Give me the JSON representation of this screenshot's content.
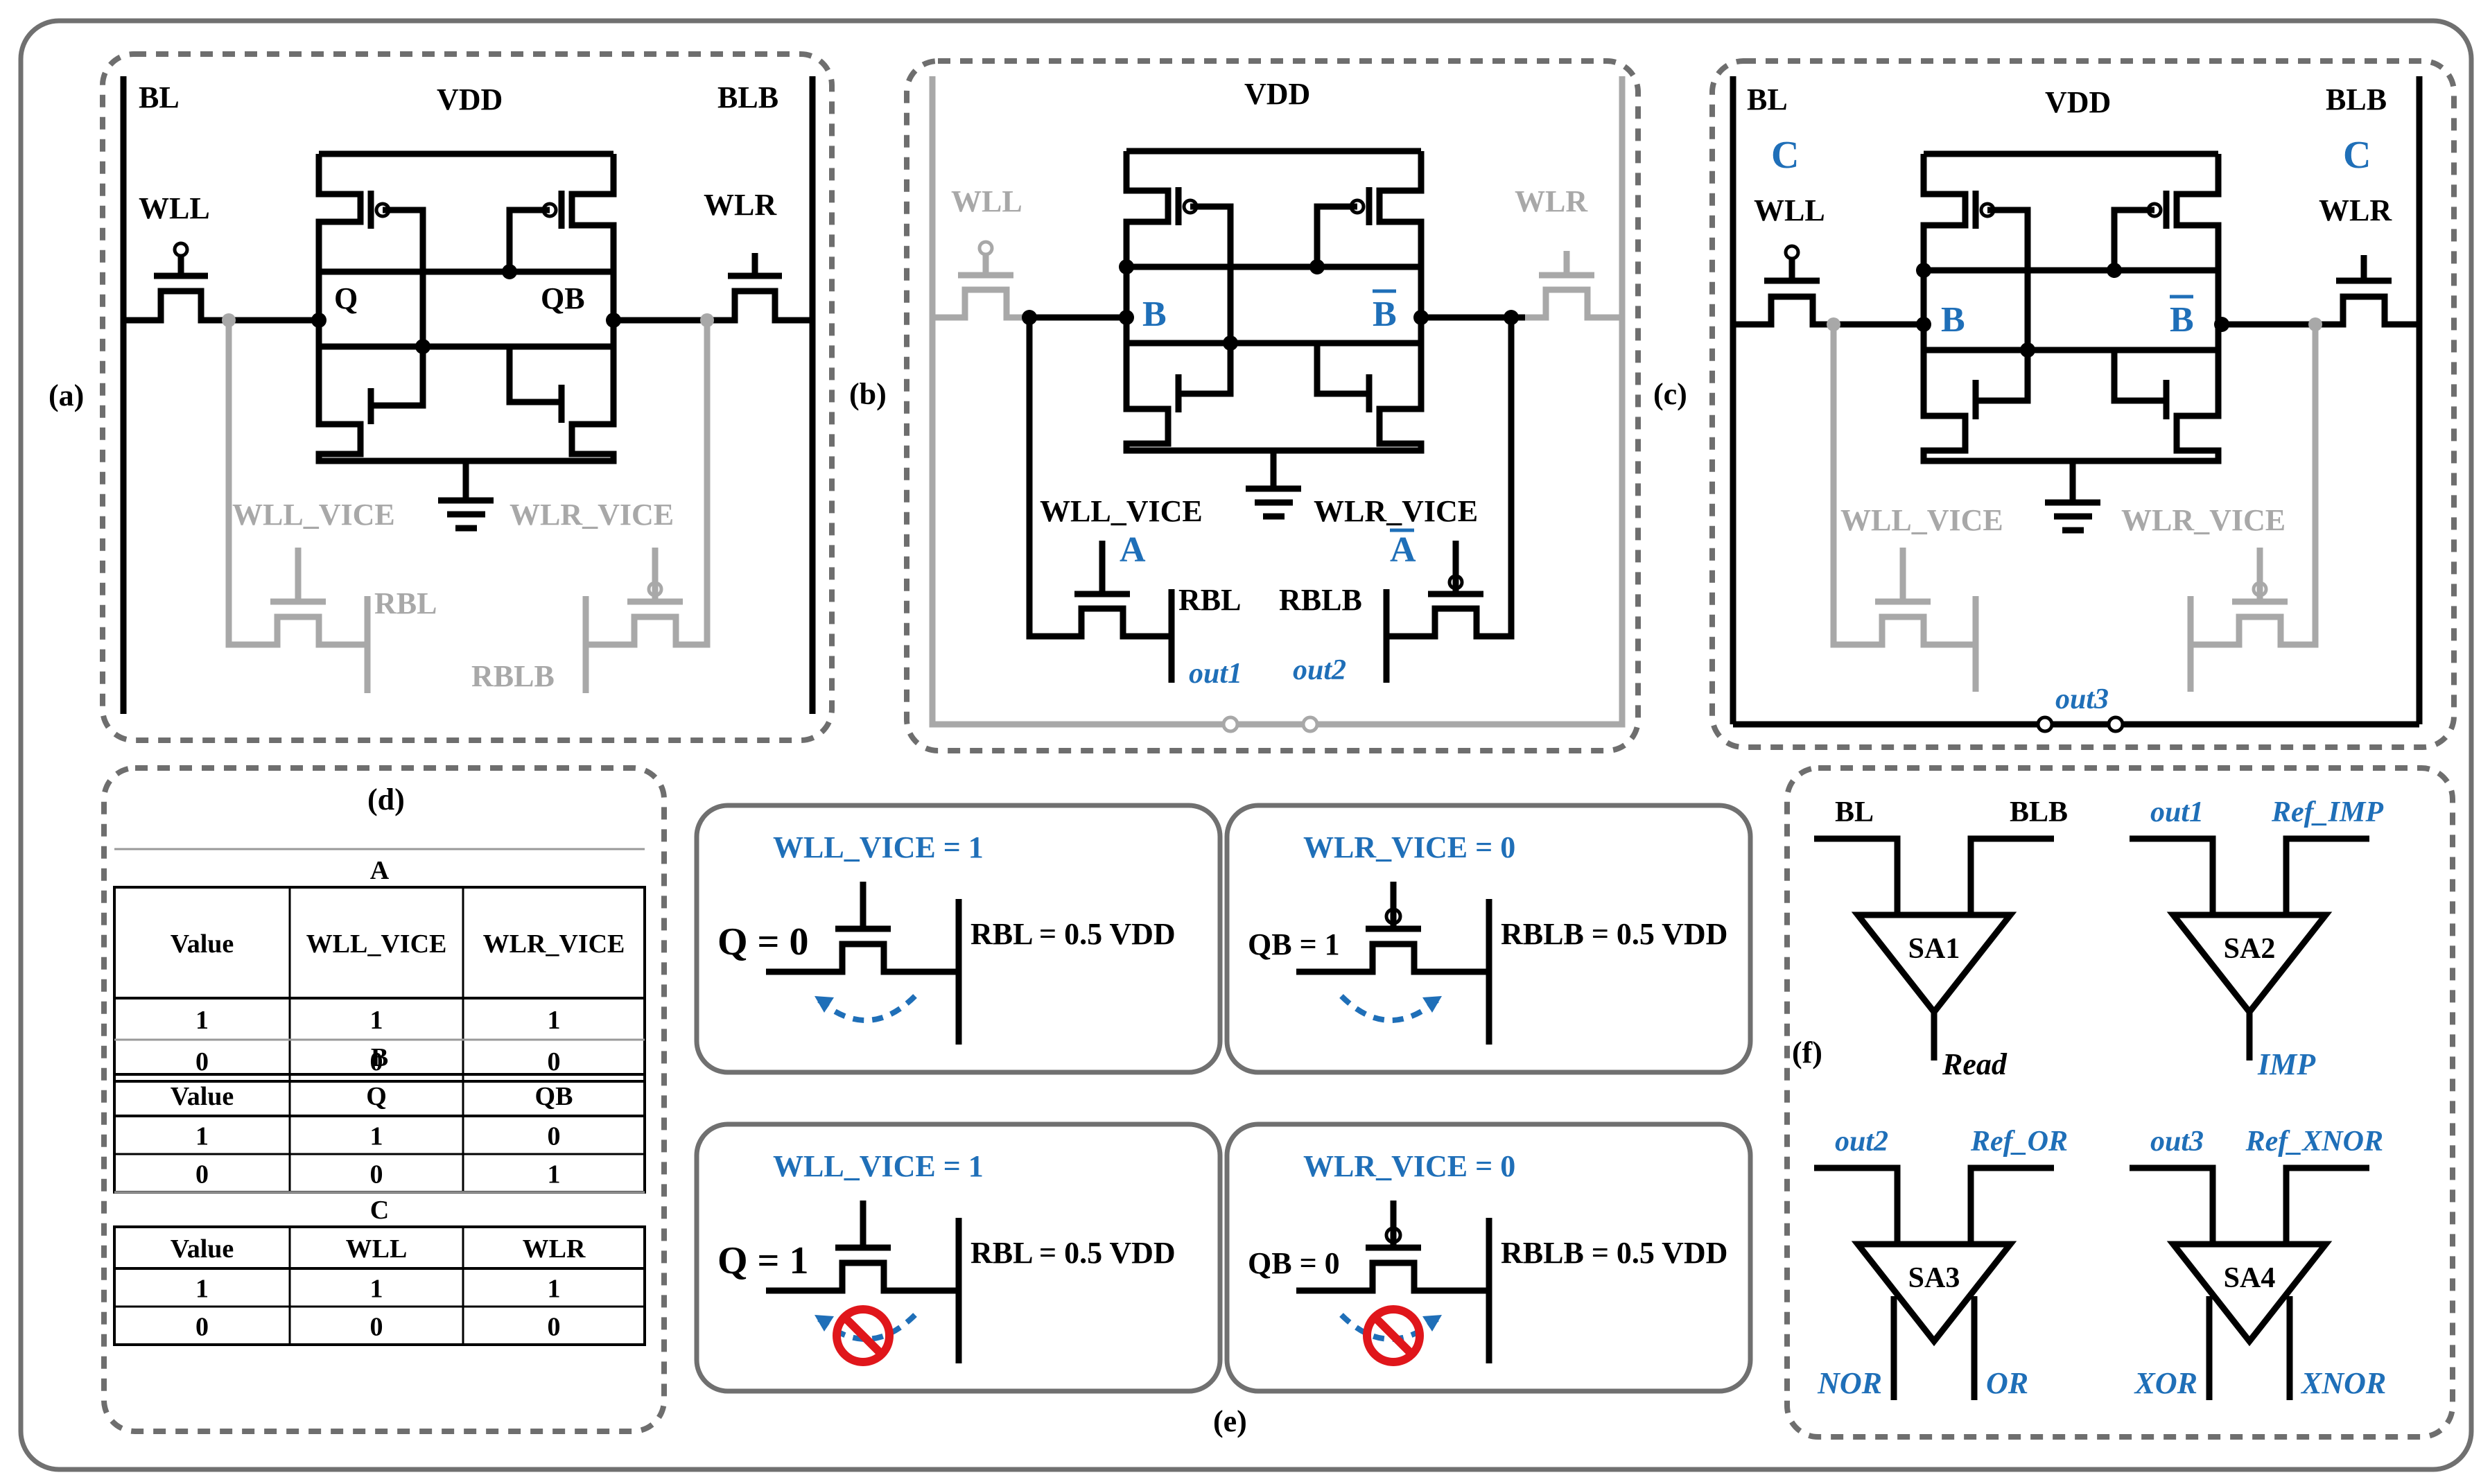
{
  "panels": {
    "a": {
      "tag": "(a)",
      "vdd": "VDD",
      "bl": "BL",
      "blb": "BLB",
      "wll": "WLL",
      "wlr": "WLR",
      "q": "Q",
      "qb": "QB",
      "wll_vice": "WLL_VICE",
      "wlr_vice": "WLR_VICE",
      "rbl": "RBL",
      "rblb": "RBLB"
    },
    "b": {
      "tag": "(b)",
      "vdd": "VDD",
      "wll": "WLL",
      "wlr": "WLR",
      "node_left": "B",
      "node_right": "B",
      "wll_vice": "WLL_VICE",
      "wlr_vice": "WLR_VICE",
      "input_left": "A",
      "input_right": "A",
      "rbl": "RBL",
      "rblb": "RBLB",
      "out1": "out1",
      "out2": "out2"
    },
    "c": {
      "tag": "(c)",
      "vdd": "VDD",
      "bl": "BL",
      "blb": "BLB",
      "input_left": "C",
      "input_right": "C",
      "wll": "WLL",
      "wlr": "WLR",
      "node_left": "B",
      "node_right": "B",
      "wll_vice": "WLL_VICE",
      "wlr_vice": "WLR_VICE",
      "out3": "out3"
    },
    "d": {
      "tag": "(d)",
      "tables": [
        {
          "title": "A",
          "headers": [
            "Value",
            "WLL_VICE",
            "WLR_VICE"
          ],
          "rows": [
            [
              "1",
              "1",
              "1"
            ],
            [
              "0",
              "0",
              "0"
            ]
          ]
        },
        {
          "title": "B",
          "headers": [
            "Value",
            "Q",
            "QB"
          ],
          "rows": [
            [
              "1",
              "1",
              "0"
            ],
            [
              "0",
              "0",
              "1"
            ]
          ]
        },
        {
          "title": "C",
          "headers": [
            "Value",
            "WLL",
            "WLR"
          ],
          "rows": [
            [
              "1",
              "1",
              "1"
            ],
            [
              "0",
              "0",
              "0"
            ]
          ]
        }
      ]
    },
    "e": {
      "tag": "(e)",
      "boxes": [
        {
          "control": "WLL_VICE = 1",
          "node": "Q = 0",
          "line": "RBL = 0.5 VDD",
          "blocked": false,
          "pmos": false
        },
        {
          "control": "WLR_VICE = 0",
          "node": "QB = 1",
          "line": "RBLB = 0.5 VDD",
          "blocked": false,
          "pmos": true
        },
        {
          "control": "WLL_VICE = 1",
          "node": "Q = 1",
          "line": "RBL = 0.5 VDD",
          "blocked": true,
          "pmos": false
        },
        {
          "control": "WLR_VICE = 0",
          "node": "QB = 0",
          "line": "RBLB = 0.5 VDD",
          "blocked": true,
          "pmos": true
        }
      ]
    },
    "f": {
      "tag": "(f)",
      "amps": [
        {
          "name": "SA1",
          "in_left": "BL",
          "in_right": "BLB",
          "outputs": [
            "Read"
          ]
        },
        {
          "name": "SA2",
          "in_left": "out1",
          "in_right": "Ref_IMP",
          "outputs": [
            "IMP"
          ]
        },
        {
          "name": "SA3",
          "in_left": "out2",
          "in_right": "Ref_OR",
          "outputs": [
            "NOR",
            "OR"
          ]
        },
        {
          "name": "SA4",
          "in_left": "out3",
          "in_right": "Ref_XNOR",
          "outputs": [
            "XOR",
            "XNOR"
          ]
        }
      ]
    }
  },
  "colors": {
    "accent_blue": "#1f6fb8",
    "inactive_gray": "#a8a8a8",
    "frame_gray": "#707070",
    "block_red": "#e0161b"
  }
}
